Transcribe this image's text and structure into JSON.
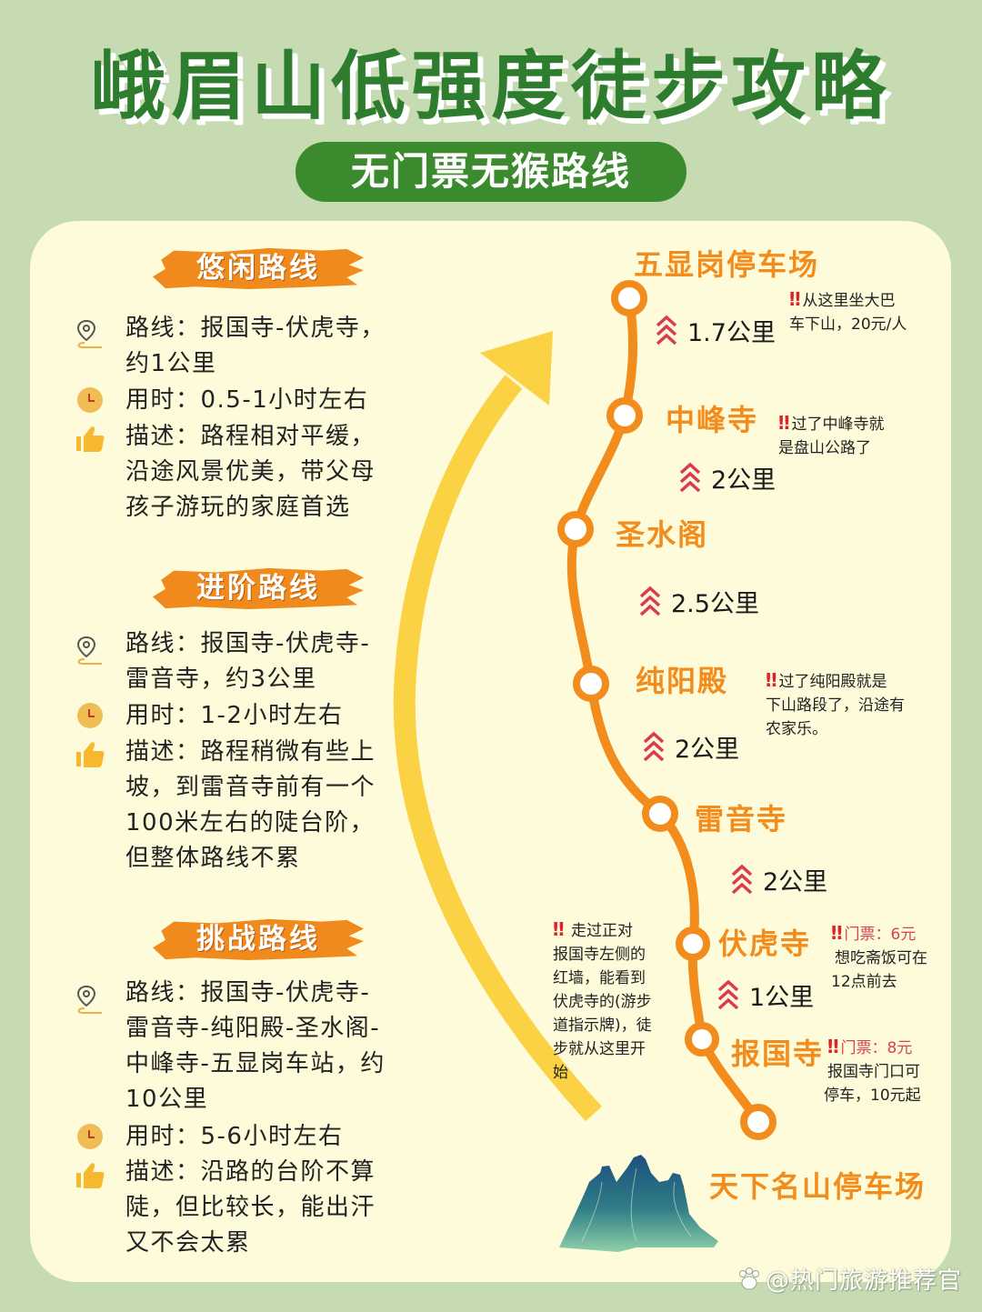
{
  "header": {
    "title": "峨眉山低强度徒步攻略",
    "subtitle": "无门票无猴路线"
  },
  "routes": [
    {
      "badge": "悠闲路线",
      "route_lines": [
        "路线：报国寺-伏虎寺，",
        "约1公里"
      ],
      "time": "用时：0.5-1小时左右",
      "desc_lines": [
        "描述：路程相对平缓，",
        "沿途风景优美，带父母",
        "孩子游玩的家庭首选"
      ]
    },
    {
      "badge": "进阶路线",
      "route_lines": [
        "路线：报国寺-伏虎寺-",
        "雷音寺，约3公里"
      ],
      "time": "用时：1-2小时左右",
      "desc_lines": [
        "描述：路程稍微有些上",
        "坡，到雷音寺前有一个",
        "100米左右的陡台阶，",
        "但整体路线不累"
      ]
    },
    {
      "badge": "挑战路线",
      "route_lines": [
        "路线：报国寺-伏虎寺-",
        "雷音寺-纯阳殿-圣水阁-",
        "中峰寺-五显岗车站，约",
        "10公里"
      ],
      "time": "用时：5-6小时左右",
      "desc_lines": [
        "描述：沿路的台阶不算",
        "陡，但比较长，能出汗",
        "又不会太累"
      ]
    }
  ],
  "map": {
    "stations": [
      {
        "name": "五显岗停车场"
      },
      {
        "name": "中峰寺"
      },
      {
        "name": "圣水阁"
      },
      {
        "name": "纯阳殿"
      },
      {
        "name": "雷音寺"
      },
      {
        "name": "伏虎寺"
      },
      {
        "name": "报国寺"
      },
      {
        "name": "天下名山停车场"
      }
    ],
    "distances": [
      "1.7公里",
      "2公里",
      "2.5公里",
      "2公里",
      "2公里",
      "1公里"
    ],
    "notes": {
      "wuxiangang": [
        "从这里坐大巴",
        "车下山，20元/人"
      ],
      "zhongfeng": [
        "过了中峰寺就",
        "是盘山公路了"
      ],
      "chunyang": [
        "过了纯阳殿就是",
        "下山路段了，沿途有",
        "农家乐。"
      ],
      "fuhu_ticket": "门票：6元",
      "fuhu": [
        "想吃斋饭可在",
        "12点前去"
      ],
      "baoguo_ticket": "门票：8元",
      "baoguo": [
        "报国寺门口可",
        "停车，10元起"
      ],
      "start": [
        "走过正对",
        "报国寺左侧的",
        "红墙，能看到",
        "伏虎寺的(游步",
        "道指示牌)，徒",
        "步就从这里开",
        "始"
      ]
    },
    "bang": "‼"
  },
  "watermark": "@热门旅游推荐官",
  "colors": {
    "background": "#c6dbb2",
    "card": "#fdfbd9",
    "title_green": "#2e7d2e",
    "pill_green": "#3b8a2d",
    "orange": "#f28c1c",
    "arrow_yellow": "#fbd244",
    "chevron_red": "#d93a55",
    "icon_yellow": "#f5b82e"
  }
}
